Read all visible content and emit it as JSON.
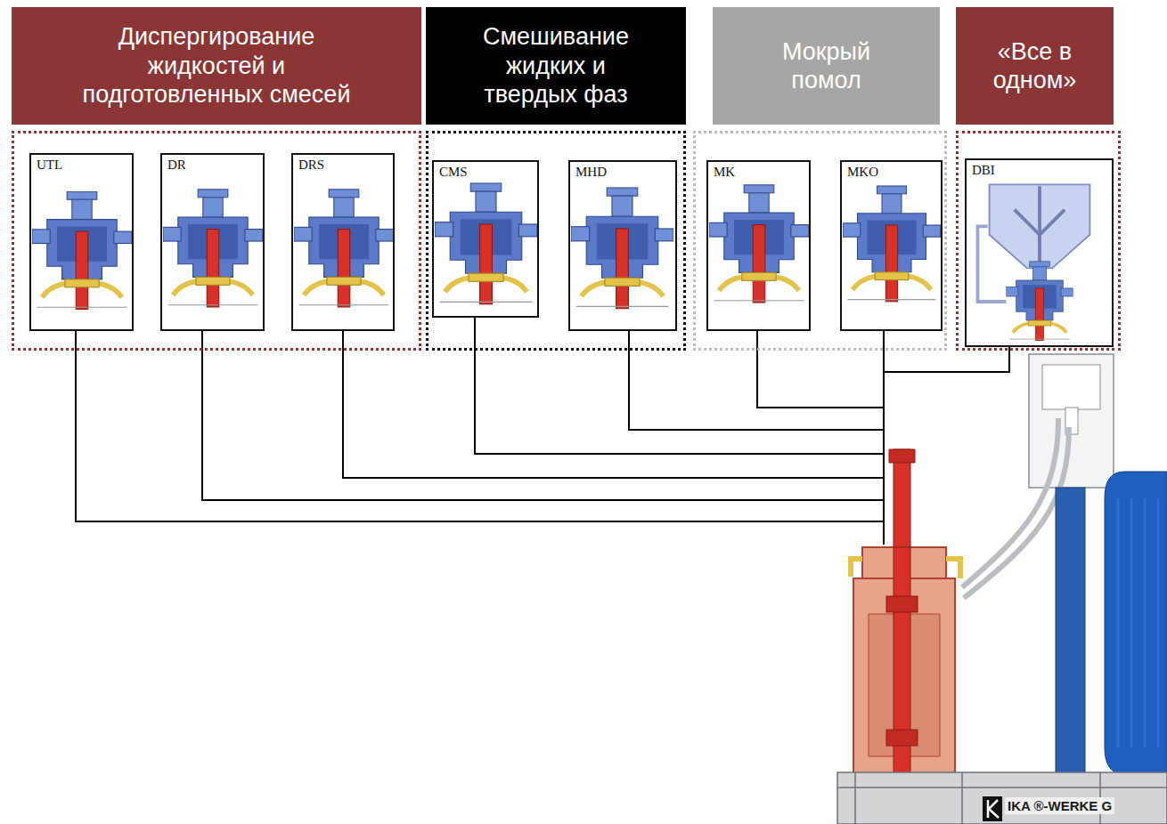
{
  "diagram": {
    "nodes": [
      {
        "text": [
          "Диспергирование жидкостей и подготовленных смесей"
        ]
      },
      {
        "text": [
          "UTL"
        ],
        "in": 0
      },
      {
        "text": [
          "DR"
        ],
        "in": 0
      },
      {
        "text": [
          "DRS"
        ],
        "in": 0
      },
      {
        "text": [
          "Смешивание жидких и твердых фаз"
        ]
      },
      {
        "text": [
          "CMS"
        ],
        "in": 4
      },
      {
        "text": [
          "MHD"
        ],
        "in": 4
      },
      {
        "text": [
          "Мокрый помол"
        ]
      },
      {
        "text": [
          "MK"
        ],
        "in": 7
      },
      {
        "text": [
          "MKO"
        ],
        "in": 7
      },
      {
        "text": [
          "«Все в одном»"
        ]
      },
      {
        "text": [
          "DBI"
        ],
        "in": 10
      },
      {
        "text": [
          "IKA ®-WERKE G"
        ]
      }
    ],
    "edges": [
      {
        "from": 1,
        "to": 12,
        "arrow": "none"
      },
      {
        "from": 2,
        "to": 12,
        "arrow": "none"
      },
      {
        "from": 3,
        "to": 12,
        "arrow": "none"
      },
      {
        "from": 5,
        "to": 12,
        "arrow": "none"
      },
      {
        "from": 6,
        "to": 12,
        "arrow": "none"
      },
      {
        "from": 8,
        "to": 12,
        "arrow": "none"
      },
      {
        "from": 9,
        "to": 12,
        "arrow": "none"
      },
      {
        "from": 11,
        "to": 12,
        "arrow": "none"
      }
    ]
  }
}
